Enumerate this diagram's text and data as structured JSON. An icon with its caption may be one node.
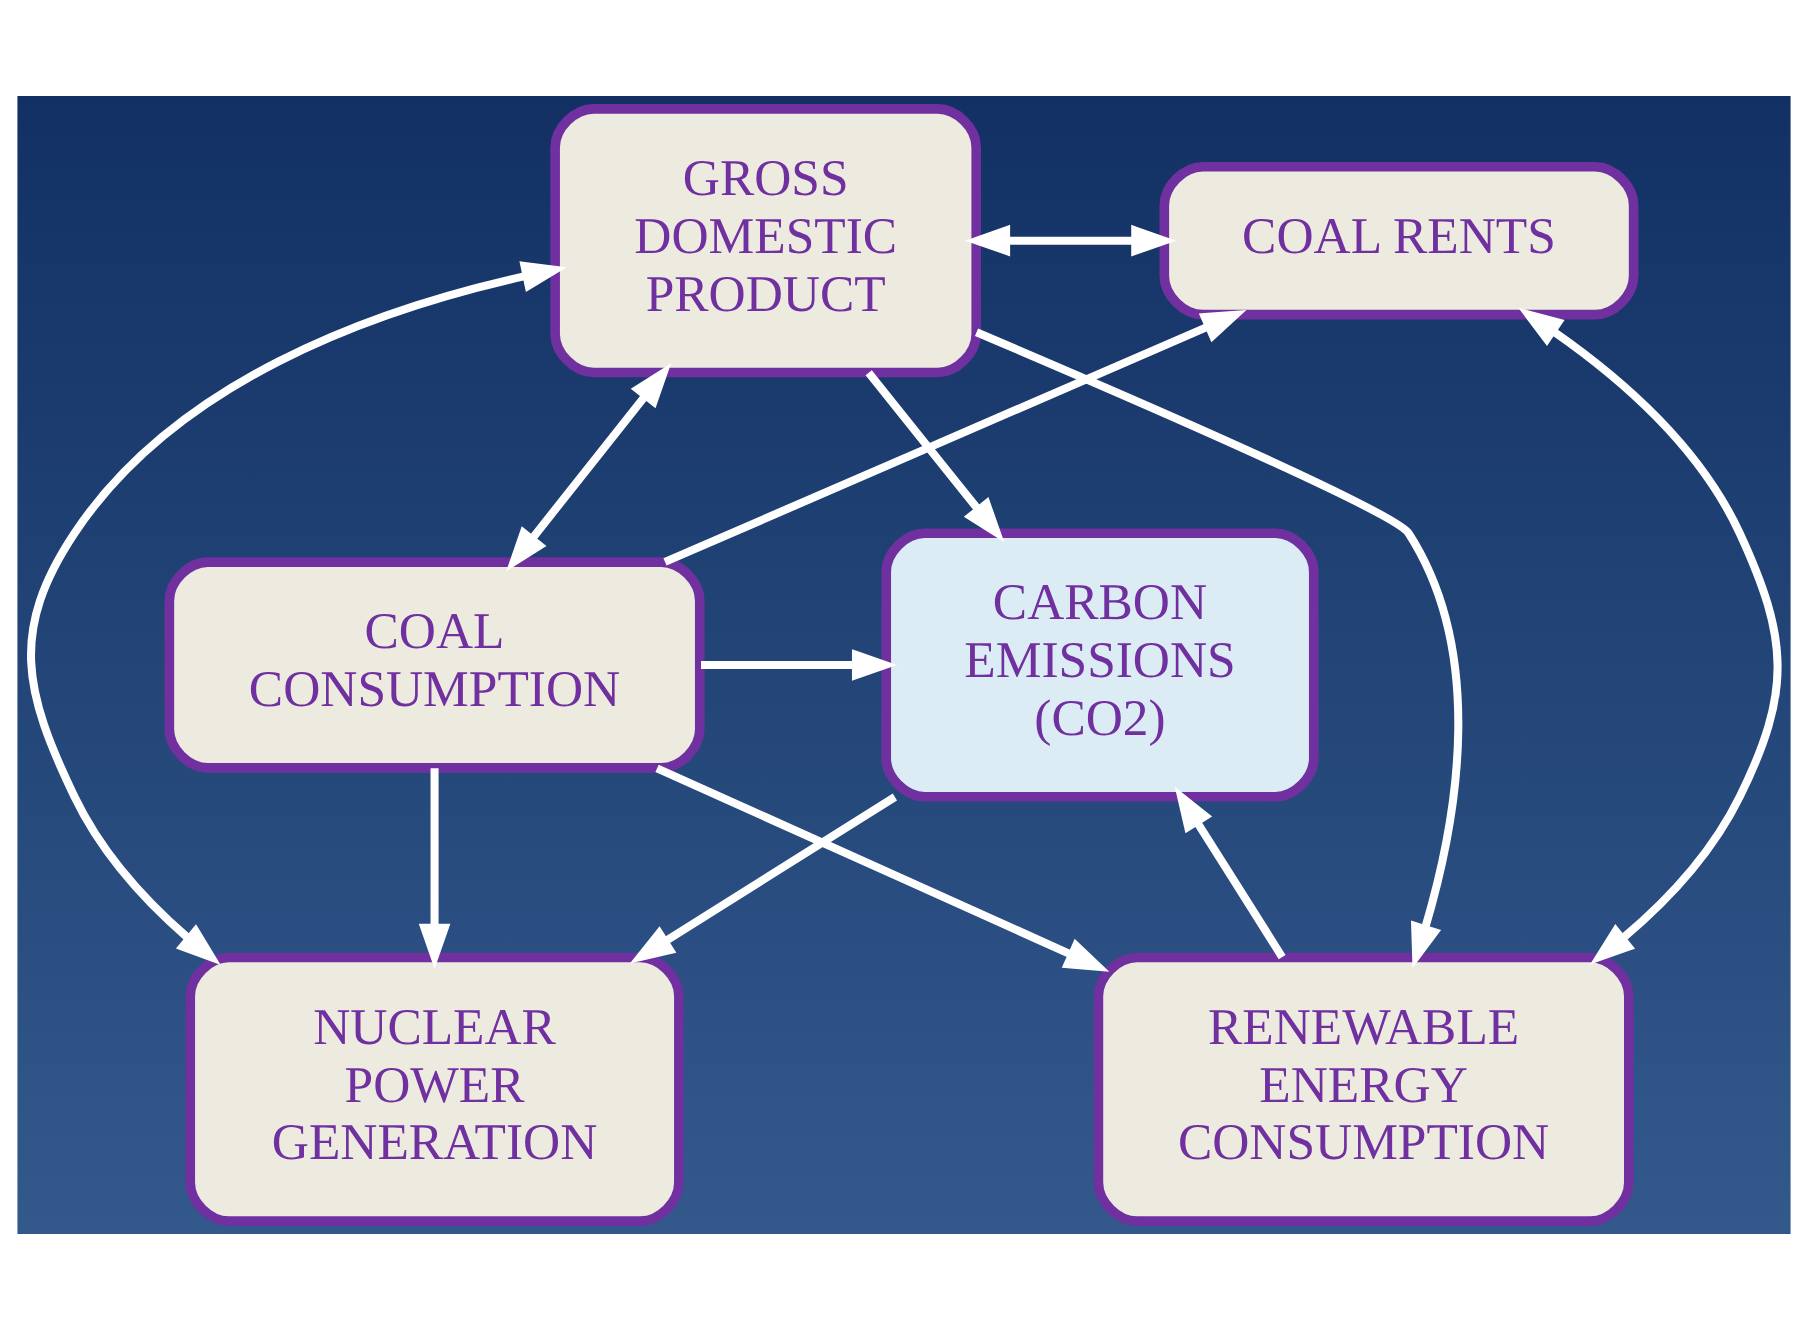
{
  "diagram": {
    "nodes": [
      {
        "text": [
          "GROSS DOMESTIC PRODUCT"
        ]
      },
      {
        "text": [
          "COAL RENTS"
        ]
      },
      {
        "text": [
          "CARBON EMISSIONS (CO2)"
        ]
      },
      {
        "text": [
          "COAL CONSUMPTION"
        ]
      },
      {
        "text": [
          "RENEWABLE ENERGY CONSUMPTION"
        ]
      },
      {
        "text": [
          "NUCLEAR POWER GENERATION"
        ]
      }
    ],
    "edges": [
      {
        "from": 0,
        "to": 1,
        "arrow": "both"
      },
      {
        "from": 0,
        "to": 3,
        "arrow": "both"
      },
      {
        "from": 0,
        "to": 2,
        "arrow": "to"
      },
      {
        "from": 0,
        "to": 4,
        "arrow": "to"
      },
      {
        "from": 0,
        "to": 5,
        "arrow": "both"
      },
      {
        "from": 4,
        "to": 2,
        "arrow": "to"
      },
      {
        "from": 4,
        "to": 1,
        "arrow": "both"
      },
      {
        "from": 2,
        "to": 5,
        "arrow": "to"
      },
      {
        "from": 3,
        "to": 1,
        "arrow": "to"
      },
      {
        "from": 3,
        "to": 2,
        "arrow": "to"
      },
      {
        "from": 3,
        "to": 4,
        "arrow": "to"
      },
      {
        "from": 3,
        "to": 5,
        "arrow": "to"
      }
    ]
  }
}
